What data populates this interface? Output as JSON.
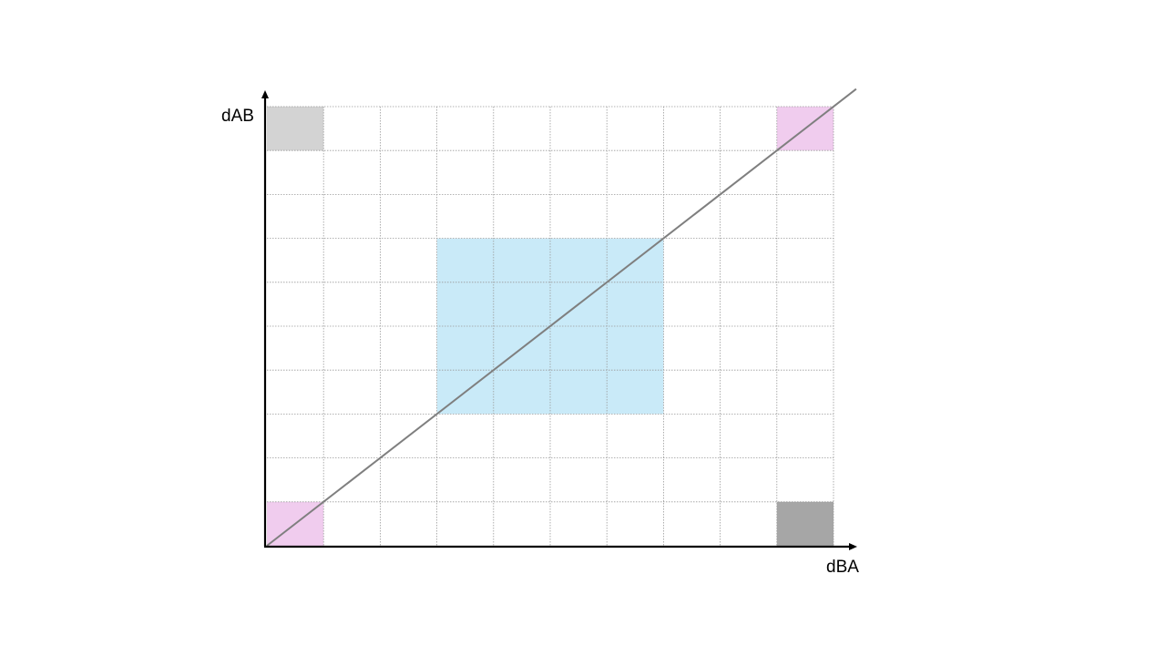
{
  "diagram": {
    "x_axis_label": "dBA",
    "y_axis_label": "dAB",
    "grid": {
      "columns": 10,
      "rows": 10,
      "visible": true
    },
    "highlighted_regions": [
      {
        "name": "top-left-cell",
        "col_start": 0,
        "col_end": 1,
        "row_start": 9,
        "row_end": 10,
        "color": "#d3d3d3"
      },
      {
        "name": "top-right-cell",
        "col_start": 9,
        "col_end": 10,
        "row_start": 9,
        "row_end": 10,
        "color": "#f0ccee"
      },
      {
        "name": "bottom-left-cell",
        "col_start": 0,
        "col_end": 1,
        "row_start": 0,
        "row_end": 1,
        "color": "#f0ccee"
      },
      {
        "name": "bottom-right-cell",
        "col_start": 9,
        "col_end": 10,
        "row_start": 0,
        "row_end": 1,
        "color": "#a6a6a6"
      },
      {
        "name": "center-region",
        "col_start": 3,
        "col_end": 7,
        "row_start": 3,
        "row_end": 7,
        "color": "#c9eaf8"
      }
    ],
    "diagonal_line": {
      "from": [
        0,
        0
      ],
      "to": [
        10.4,
        10.4
      ],
      "color": "#7f7f7f"
    },
    "colors": {
      "axis": "#000000",
      "grid": "#9a9a9a"
    }
  }
}
